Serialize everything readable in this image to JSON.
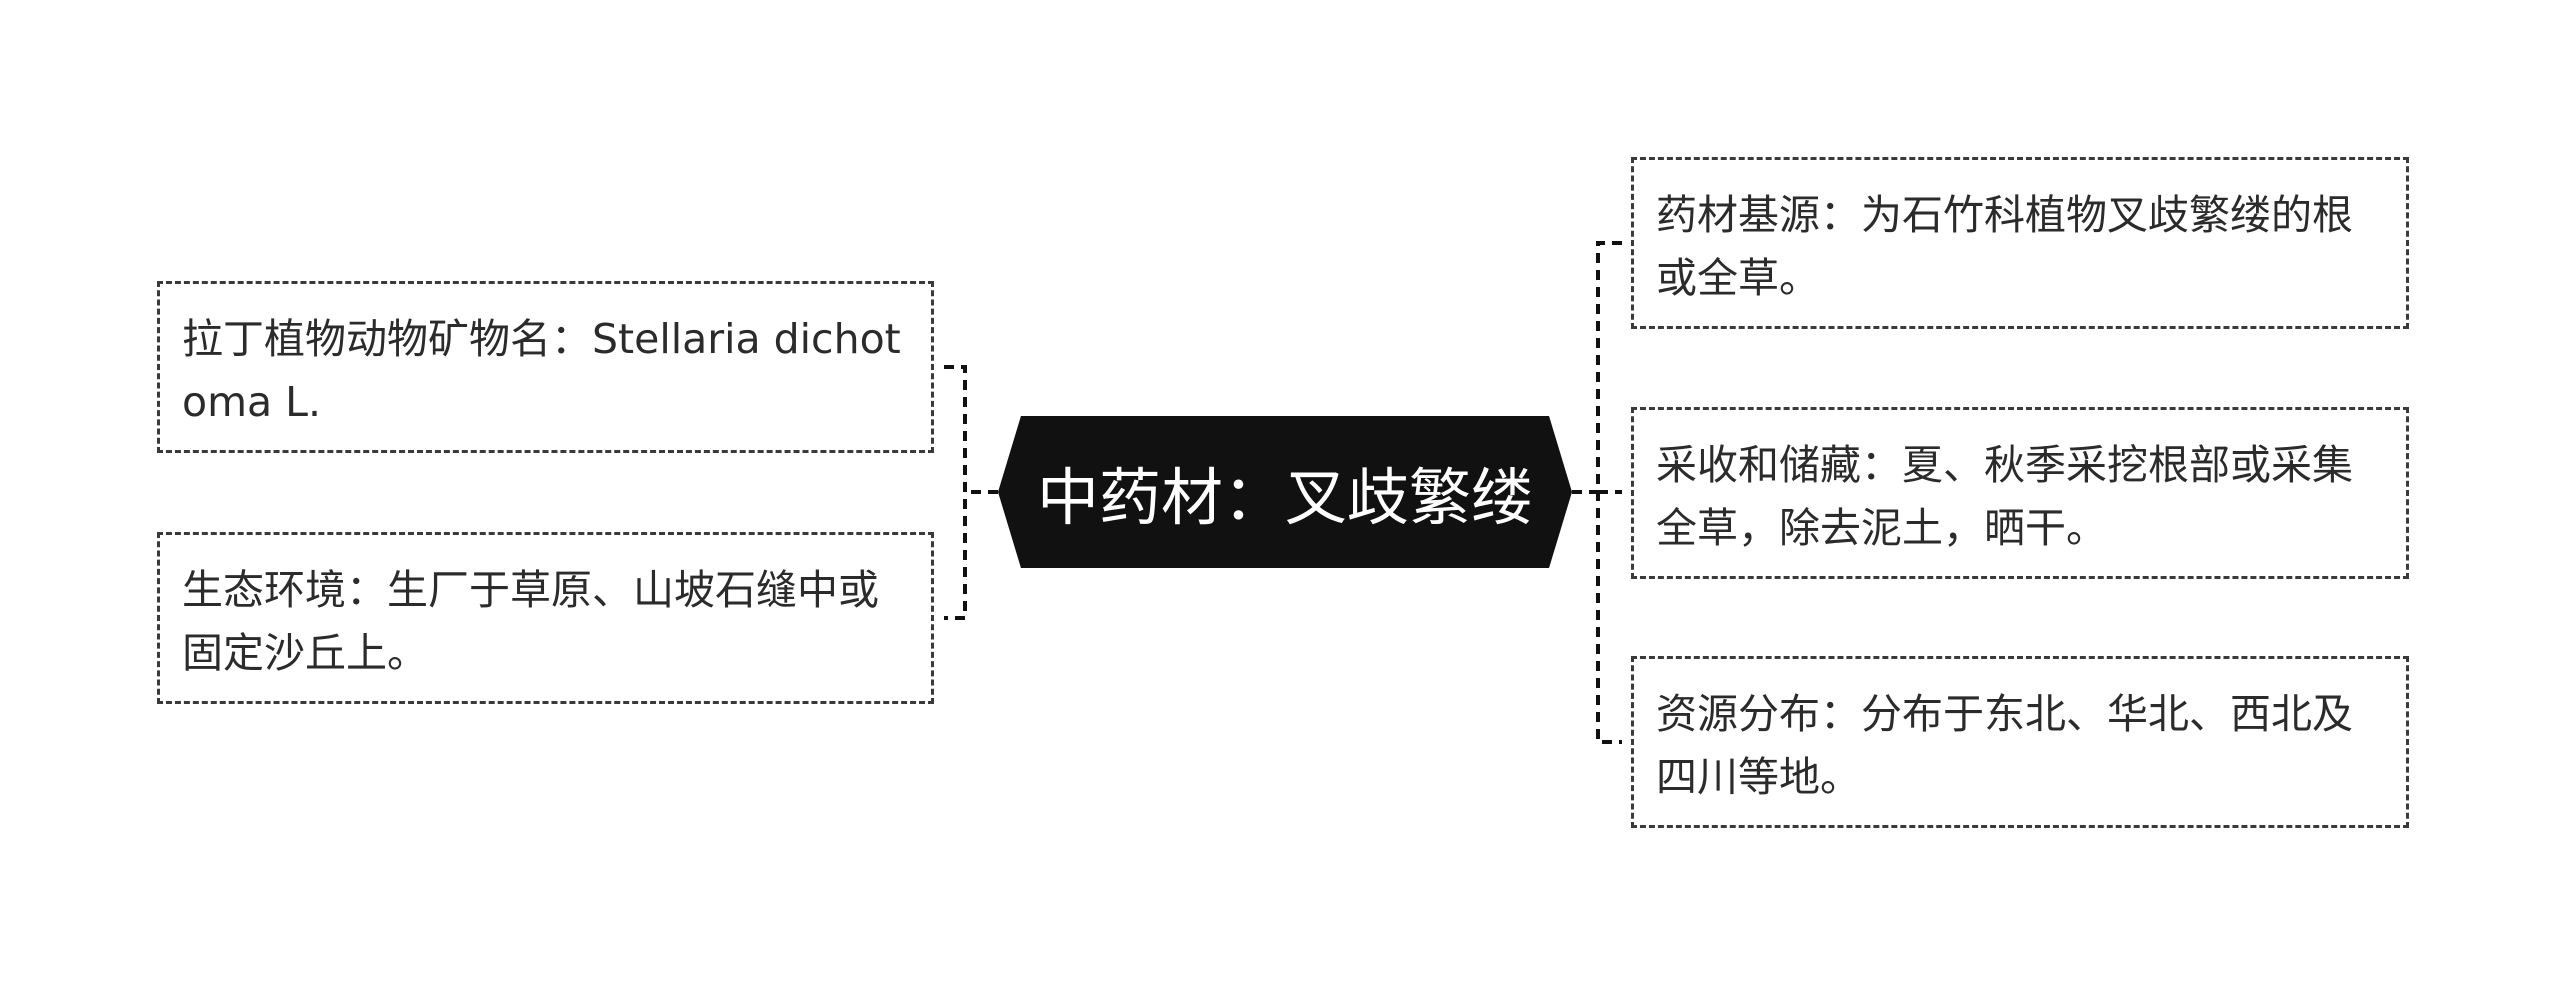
{
  "central": {
    "title": "中药材：叉歧繁缕"
  },
  "left_nodes": [
    {
      "text": "拉丁植物动物矿物名：Stellaria dichotoma L."
    },
    {
      "text": "生态环境：生厂于草原、山坡石缝中或固定沙丘上。"
    }
  ],
  "right_nodes": [
    {
      "text": "药材基源：为石竹科植物叉歧繁缕的根或全草。"
    },
    {
      "text": "采收和储藏：夏、秋季采挖根部或采集全草，除去泥土，晒干。"
    },
    {
      "text": "资源分布：分布于东北、华北、西北及四川等地。"
    }
  ],
  "colors": {
    "central_fill": "#111111",
    "central_text": "#ffffff",
    "node_text": "#2b2b2b",
    "border": "#3a3a3a"
  }
}
